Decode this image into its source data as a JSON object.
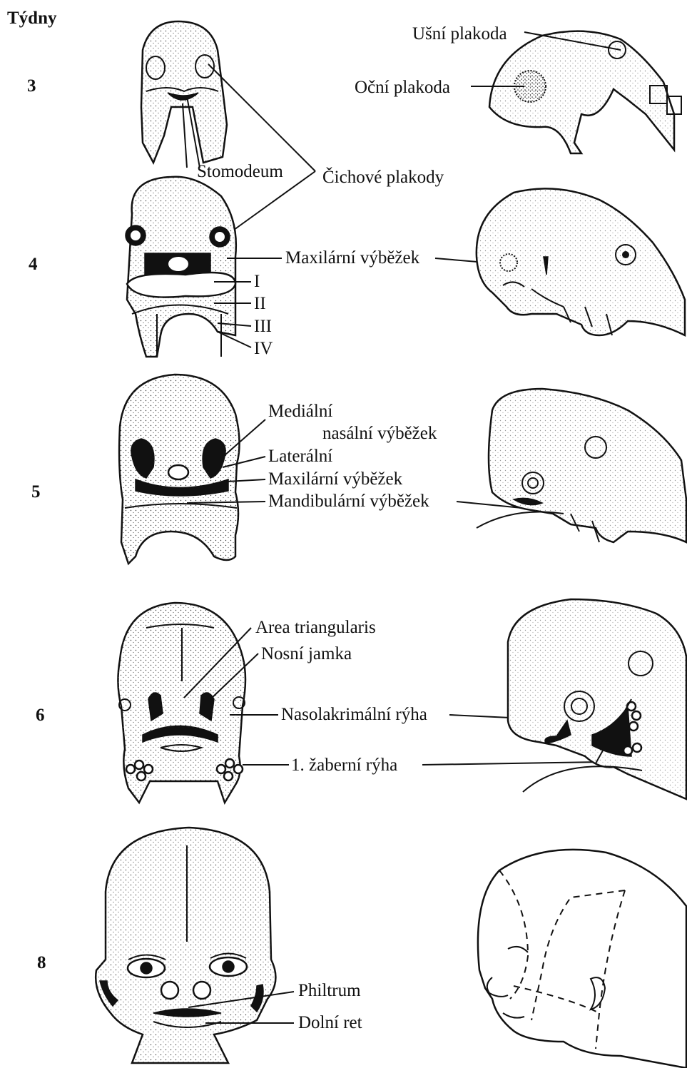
{
  "header": {
    "weeks_label": "Týdny"
  },
  "weeks": [
    "3",
    "4",
    "5",
    "6",
    "8"
  ],
  "labels": {
    "usni_plakoda": "Ušní plakoda",
    "ocni_plakoda": "Oční plakoda",
    "stomodeum": "Stomodeum",
    "cichove_plakody": "Čichové plakody",
    "maxilarni_4": "Maxilární výběžek",
    "arch_1": "I",
    "arch_2": "II",
    "arch_3": "III",
    "arch_4": "IV",
    "medialni": "Mediální",
    "nasalni": "nasální výběžek",
    "lateralni": "Laterální",
    "maxilarni_5": "Maxilární výběžek",
    "mandibularni": "Mandibulární výběžek",
    "area": "Area triangularis",
    "nosni_jamka": "Nosní jamka",
    "nasolakrimalni": "Nasolakrimální rýha",
    "zaberni": "1. žaberní rýha",
    "philtrum": "Philtrum",
    "dolni_ret": "Dolní ret"
  }
}
